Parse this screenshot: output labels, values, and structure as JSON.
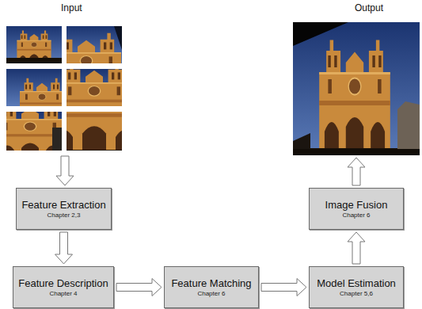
{
  "diagram": {
    "nodes": [
      {
        "text": [
          "Feature Extraction",
          "Chapter 2,3"
        ]
      },
      {
        "text": [
          "Feature Description",
          "Chapter 4"
        ]
      },
      {
        "text": [
          "Feature Matching",
          "Chapter 6"
        ]
      },
      {
        "text": [
          "Model Estimation",
          "Chapter 5,6"
        ]
      },
      {
        "text": [
          "Image Fusion",
          "Chapter 6"
        ]
      }
    ],
    "edges": [
      {
        "from": 0,
        "to": 1,
        "arrow": "to"
      },
      {
        "from": 1,
        "to": 2,
        "arrow": "to"
      },
      {
        "from": 2,
        "to": 3,
        "arrow": "to"
      },
      {
        "from": 3,
        "to": 4,
        "arrow": "to"
      }
    ],
    "labels": [
      "Input",
      "Output"
    ]
  }
}
